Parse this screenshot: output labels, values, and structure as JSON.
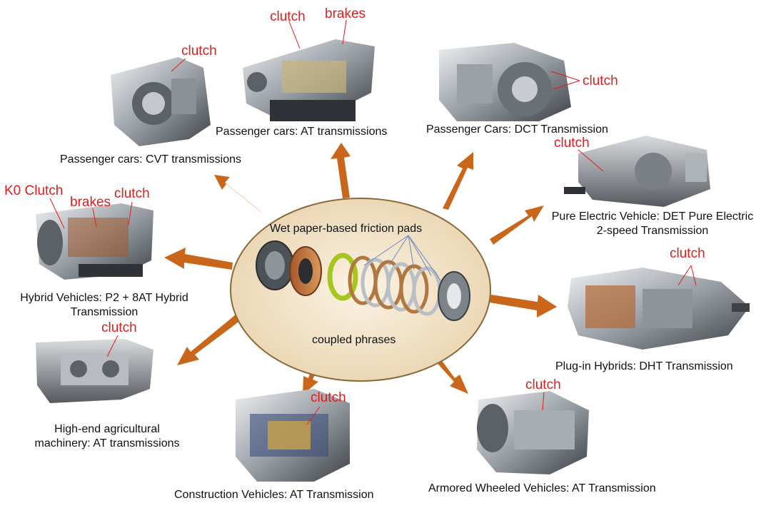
{
  "center": {
    "top_label": "Wet paper-based friction pads",
    "bottom_label": "coupled phrases"
  },
  "nodes": {
    "cvt": {
      "caption": "Passenger cars: CVT transmissions",
      "labels": [
        "clutch"
      ]
    },
    "at_car": {
      "caption": "Passenger cars: AT transmissions",
      "labels": [
        "clutch",
        "brakes"
      ]
    },
    "dct": {
      "caption": "Passenger Cars: DCT Transmission",
      "labels": [
        "clutch"
      ]
    },
    "det": {
      "caption_lines": [
        "Pure Electric Vehicle: DET Pure Electric",
        "2-speed Transmission"
      ],
      "labels": [
        "clutch"
      ]
    },
    "hybrid": {
      "caption_lines": [
        "Hybrid Vehicles: P2 + 8AT Hybrid",
        "Transmission"
      ],
      "labels": [
        "K0 Clutch",
        "brakes",
        "clutch"
      ]
    },
    "dht": {
      "caption": "Plug-in Hybrids: DHT Transmission",
      "labels": [
        "clutch"
      ]
    },
    "agri": {
      "caption_lines": [
        "High-end agricultural",
        "machinery: AT transmissions"
      ],
      "labels": [
        "clutch"
      ]
    },
    "construction": {
      "caption": "Construction Vehicles: AT Transmission",
      "labels": [
        "clutch"
      ]
    },
    "armored": {
      "caption": "Armored Wheeled Vehicles: AT Transmission",
      "labels": [
        "clutch"
      ]
    }
  },
  "colors": {
    "arrow": "#c9661a",
    "label": "#e31b1b",
    "ellipse_fill": "#f3e6cf",
    "ellipse_stroke": "#8a6a3a",
    "metal_light": "#d7dadd",
    "metal_dark": "#4d5257"
  }
}
